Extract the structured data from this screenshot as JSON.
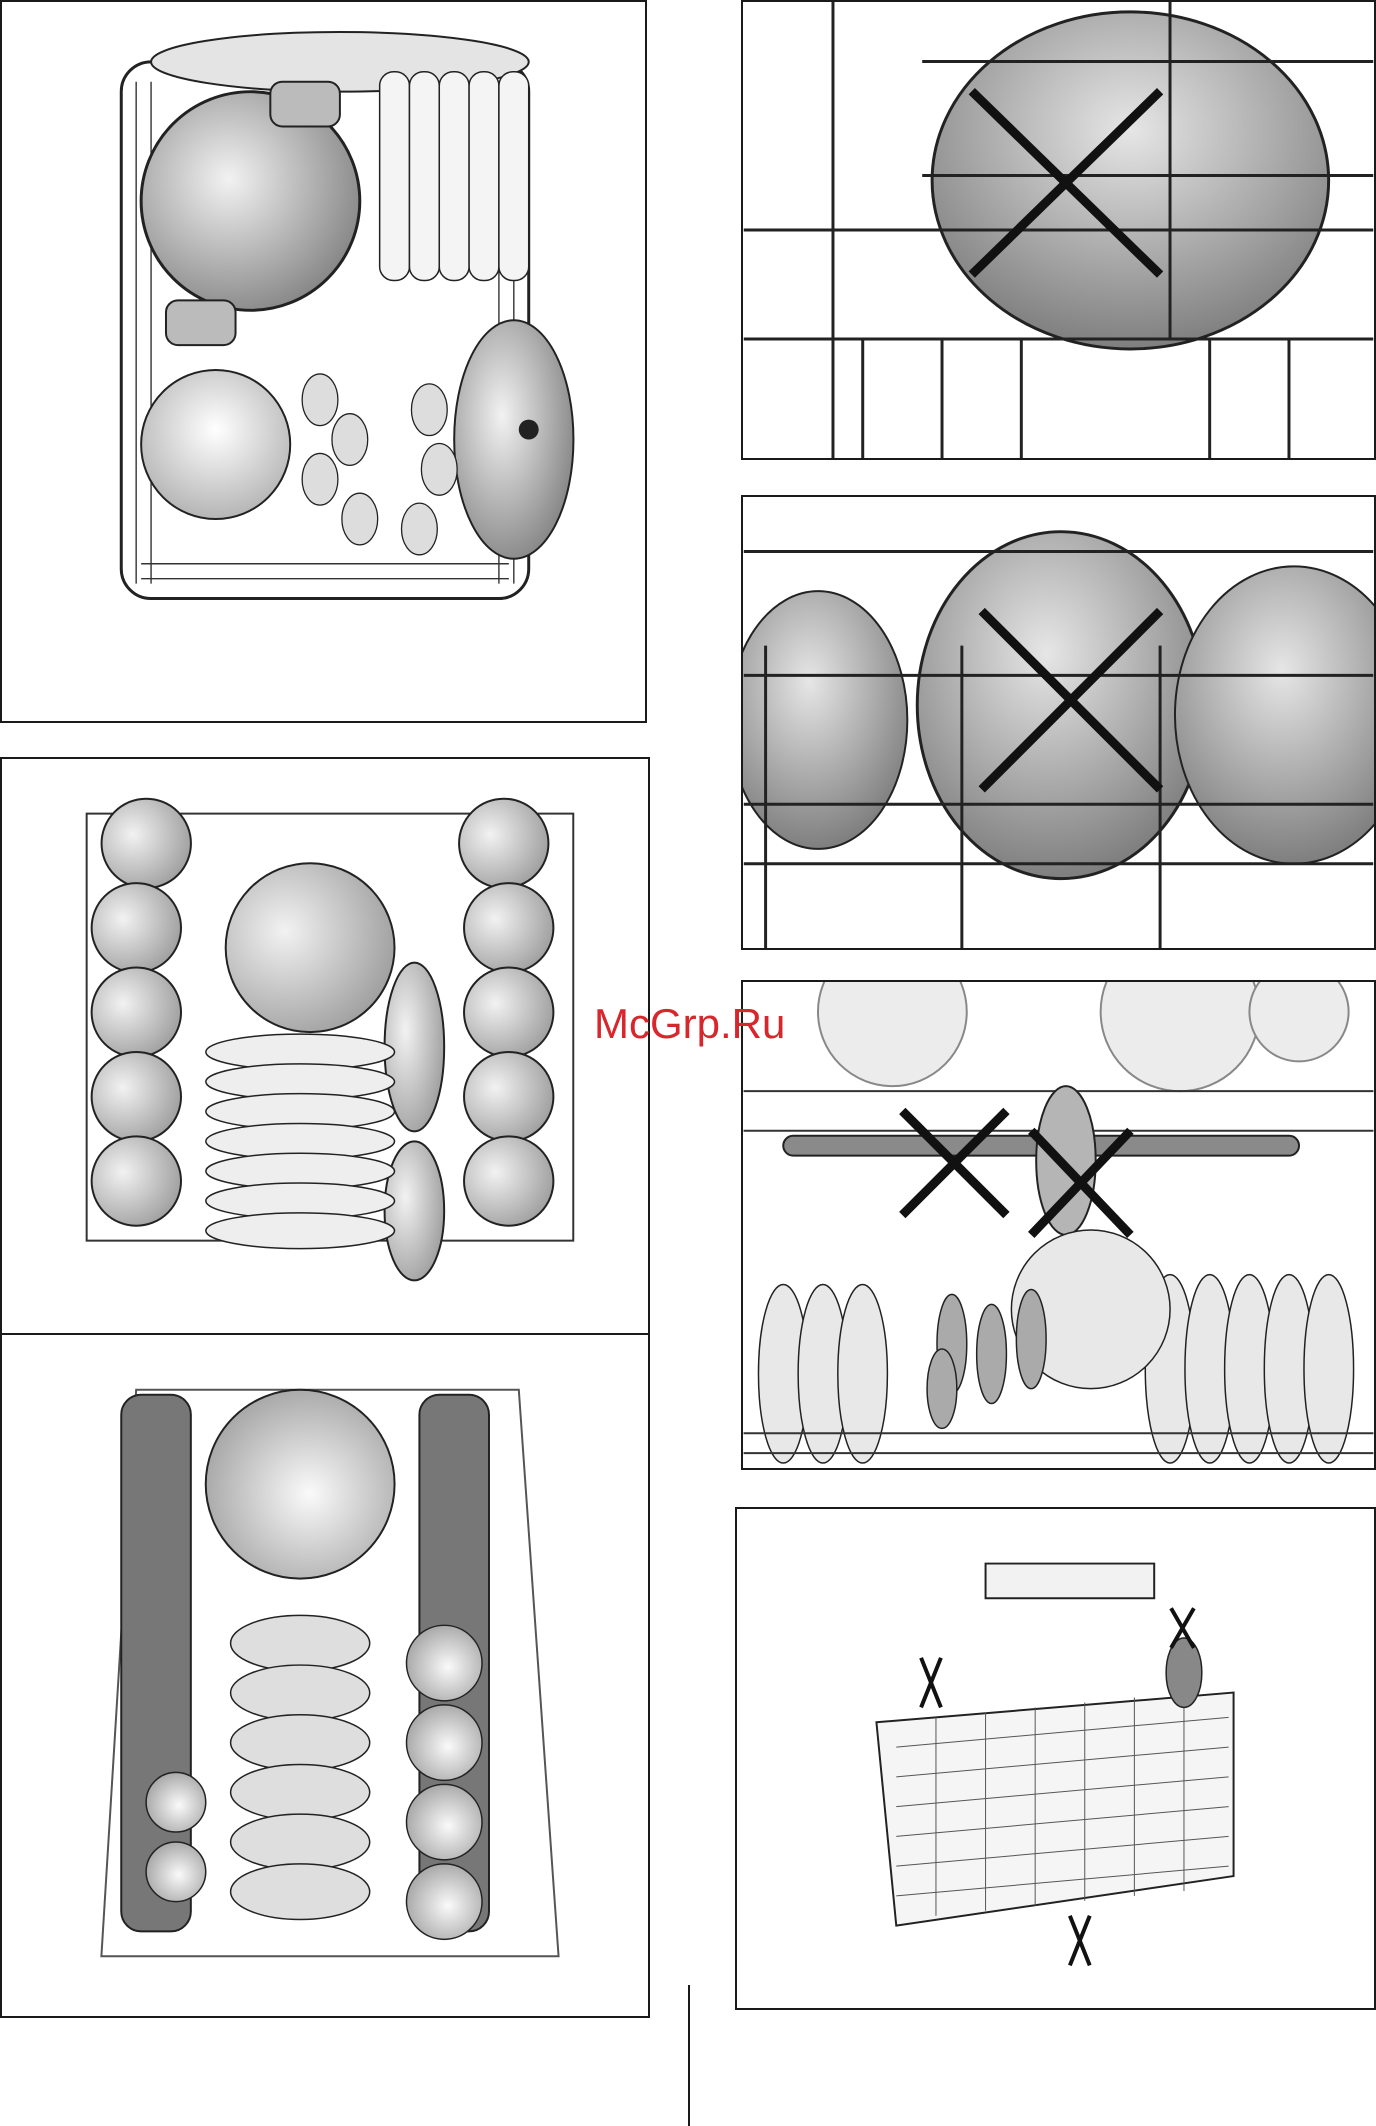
{
  "watermark": {
    "text": "McGrp.Ru",
    "color": "#d8262c"
  },
  "panels": [
    {
      "name": "upper-basket-pots-and-bowls"
    },
    {
      "name": "wrong-large-bowl-upper-rack"
    },
    {
      "name": "wrong-bowl-blocking-lower-rack"
    },
    {
      "name": "lower-rack-cups-and-plates"
    },
    {
      "name": "wrong-items-blocking-spray-arm"
    },
    {
      "name": "lower-rack-plates-top-view"
    },
    {
      "name": "cutlery-basket-wrong-placement"
    }
  ],
  "icons": [
    "cross-mark-icon",
    "cross-mark-icon",
    "cross-mark-icon",
    "cross-mark-icon",
    "cross-mark-icon",
    "cross-mark-icon",
    "cross-mark-icon"
  ],
  "colors": {
    "line": "#1a1a1a",
    "dish_fill": "#c8c8c8",
    "dish_shade": "#9a9a9a",
    "rack": "#ffffff"
  }
}
